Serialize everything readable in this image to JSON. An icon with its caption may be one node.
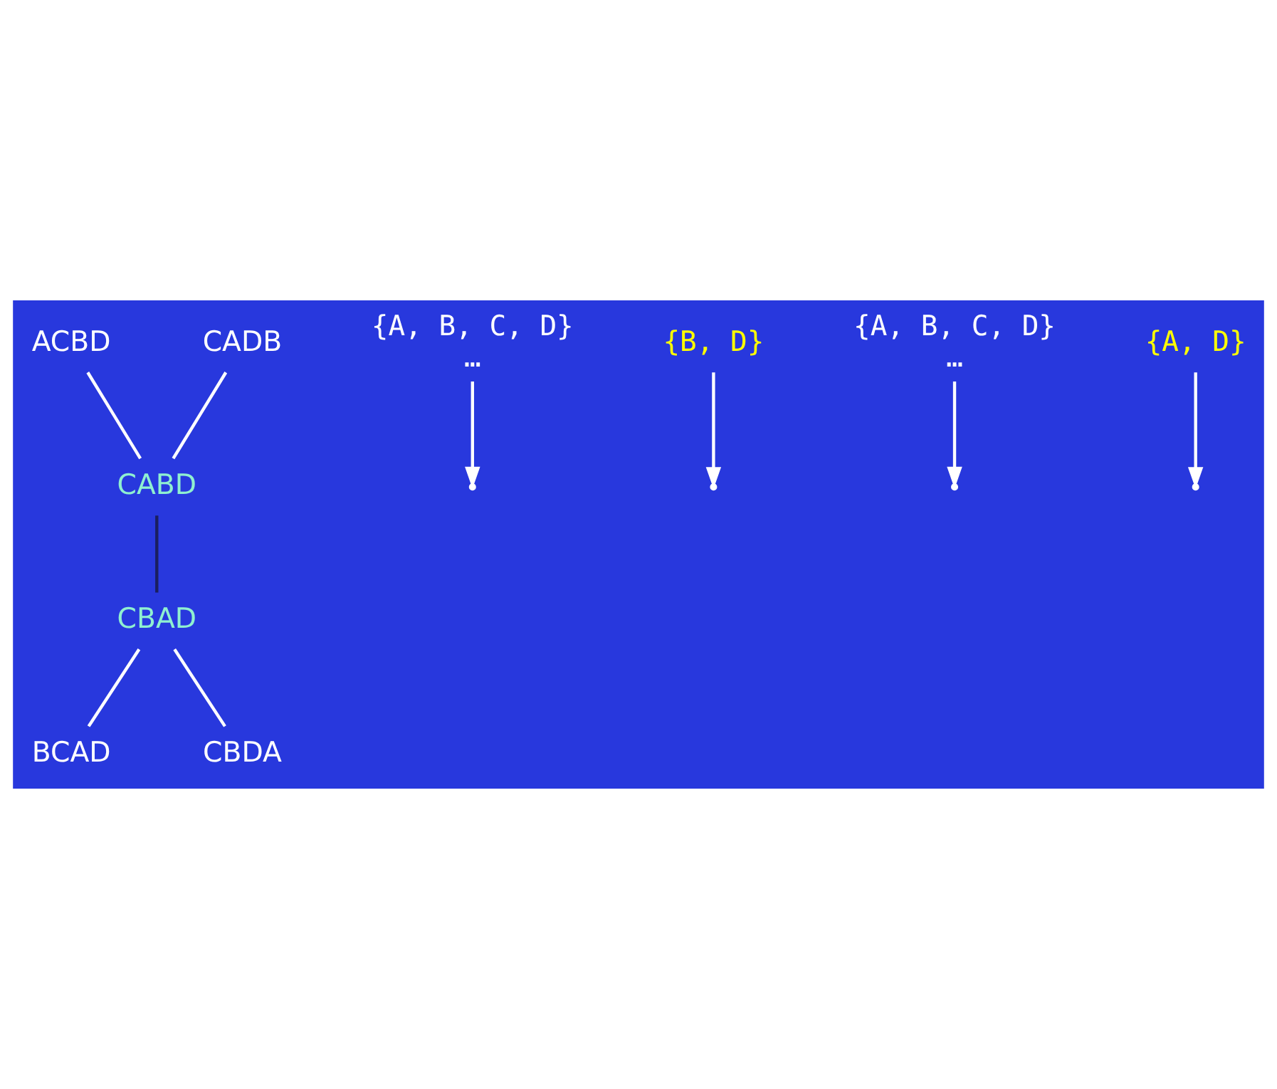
{
  "diagram": {
    "nodes": [
      {
        "text": [
          "ACBD"
        ]
      },
      {
        "text": [
          "CADB"
        ]
      },
      {
        "text": [
          "CABD"
        ]
      },
      {
        "text": [
          "CBAD"
        ]
      },
      {
        "text": [
          "BCAD"
        ]
      },
      {
        "text": [
          "CBDA"
        ]
      },
      {
        "text": [
          "{A, B, C, D}",
          "…"
        ]
      },
      {
        "text": [
          "{B, D}"
        ]
      },
      {
        "text": [
          "{A, B, C, D}",
          "…"
        ]
      },
      {
        "text": [
          "{A, D}"
        ]
      }
    ],
    "edges": [
      {
        "from": 0,
        "to": 2,
        "arrow": "none"
      },
      {
        "from": 1,
        "to": 2,
        "arrow": "none"
      },
      {
        "from": 2,
        "to": 3,
        "arrow": "none",
        "color": "#1a1f5e"
      },
      {
        "from": 3,
        "to": 4,
        "arrow": "none"
      },
      {
        "from": 3,
        "to": 5,
        "arrow": "none"
      },
      {
        "from": 6,
        "to": null,
        "arrow": "to"
      },
      {
        "from": 7,
        "to": null,
        "arrow": "to"
      },
      {
        "from": 8,
        "to": null,
        "arrow": "to"
      },
      {
        "from": 9,
        "to": null,
        "arrow": "to"
      }
    ]
  }
}
